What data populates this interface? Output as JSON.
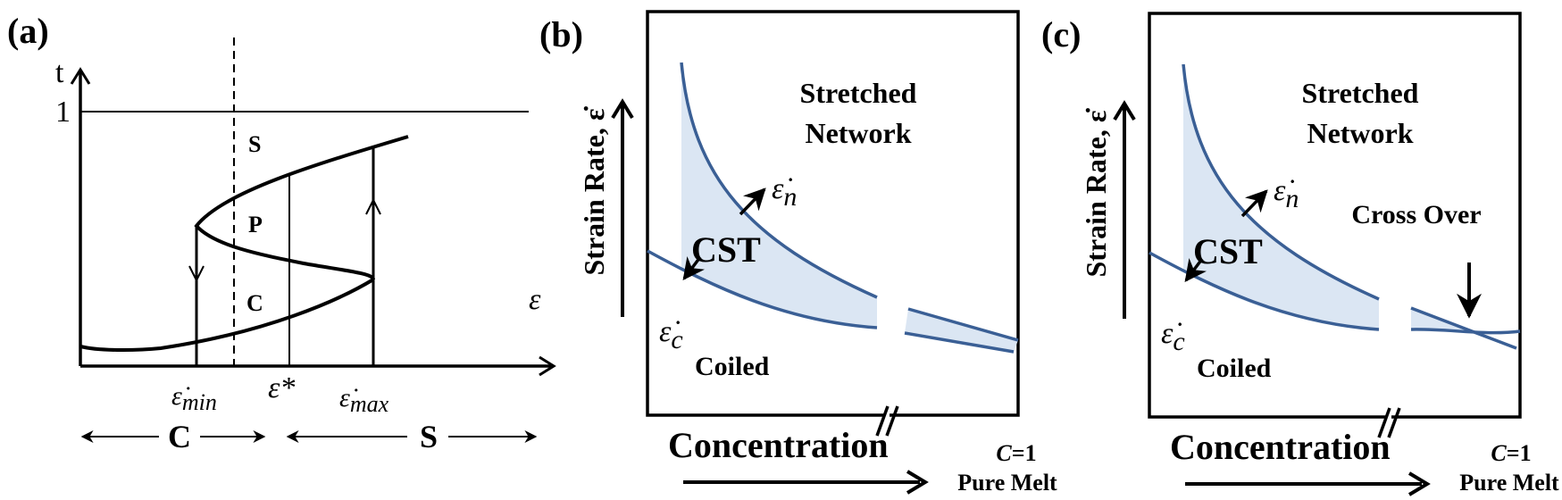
{
  "colors": {
    "curve": "#3a5f95",
    "shade": "#dbe6f3",
    "ink": "#000000"
  },
  "panel_a": {
    "label": "(a)",
    "y_axis": "t",
    "y_tick": "1",
    "x_axis": "ε",
    "region_s": "S",
    "region_p": "P",
    "region_c": "C",
    "tick_min": {
      "sym": "ε̇",
      "sub": "min"
    },
    "tick_star": "ε*",
    "tick_max": {
      "sym": "ε̇",
      "sub": "max"
    },
    "range_c": "C",
    "range_s": "S"
  },
  "panel_b": {
    "label": "(b)",
    "y_axis": "Strain Rate, ε̇",
    "x_axis": "Concentration",
    "stretched_1": "Stretched",
    "stretched_2": "Network",
    "cst": "CST",
    "coiled": "Coiled",
    "eps_n": {
      "sym": "ε̇",
      "sub": "n"
    },
    "eps_c": {
      "sym": "ε̇",
      "sub": "c"
    },
    "c_eq": {
      "var": "C",
      "val": "=1"
    },
    "pure_melt": "Pure Melt"
  },
  "panel_c": {
    "label": "(c)",
    "y_axis": "Strain Rate, ε̇",
    "x_axis": "Concentration",
    "stretched_1": "Stretched",
    "stretched_2": "Network",
    "cst": "CST",
    "coiled": "Coiled",
    "cross_over": "Cross Over",
    "eps_n": {
      "sym": "ε̇",
      "sub": "n"
    },
    "eps_c": {
      "sym": "ε̇",
      "sub": "c"
    },
    "c_eq": {
      "var": "C",
      "val": "=1"
    },
    "pure_melt": "Pure Melt"
  }
}
